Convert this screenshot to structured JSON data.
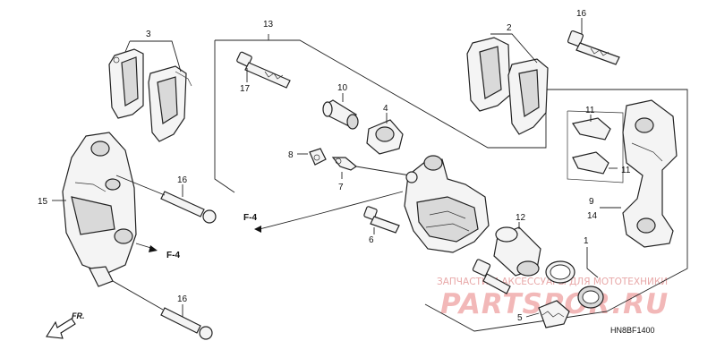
{
  "callouts": {
    "c1": "1",
    "c2": "2",
    "c3": "3",
    "c4": "4",
    "c5": "5",
    "c6": "6",
    "c7": "7",
    "c8": "8",
    "c9": "9",
    "c10": "10",
    "c11a": "11",
    "c11b": "11",
    "c12": "12",
    "c13": "13",
    "c14": "14",
    "c15": "15",
    "c16a": "16",
    "c16b": "16",
    "c16c": "16",
    "c17": "17"
  },
  "refs": {
    "f4_left": "F-4",
    "f4_caliper": "F-4"
  },
  "direction": "FR.",
  "diagram_code": "HN8BF1400",
  "watermark": {
    "tagline": "ЗАПЧАСТИ И АКСЕССУАРЫ ДЛЯ МОТОТЕХНИКИ",
    "brand": "PARTSPOR.RU"
  }
}
